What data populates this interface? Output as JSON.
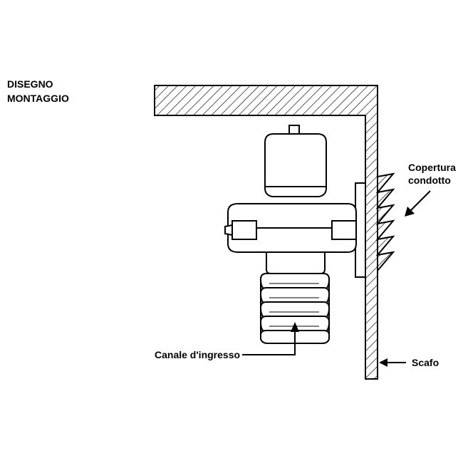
{
  "title": {
    "line1": "DISEGNO",
    "line2": "MONTAGGIO"
  },
  "labels": {
    "duct_cover_line1": "Copertura",
    "duct_cover_line2": "condotto",
    "inlet_channel": "Canale d'ingresso",
    "hull": "Scafo"
  },
  "colors": {
    "ink": "#000000",
    "background": "#ffffff"
  }
}
